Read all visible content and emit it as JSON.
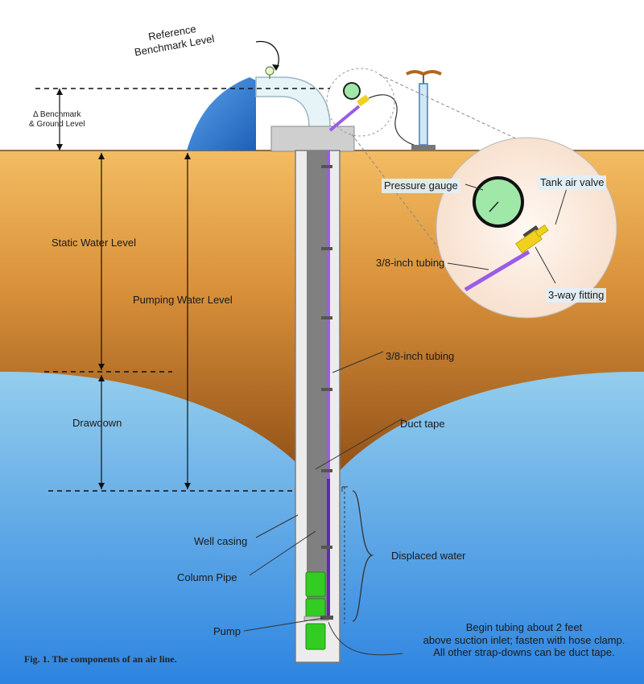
{
  "labels": {
    "reference_benchmark": "Reference\nBenchmark Level",
    "delta_benchmark": "Δ Benchmark\n& Ground Level",
    "static_water_level": "Static Water Level",
    "pumping_water_level": "Pumping Water Level",
    "drawdown": "Drawdown",
    "pressure_gauge": "Pressure gauge",
    "tank_air_valve": "Tank air valve",
    "tubing_inset": "3/8-inch tubing",
    "three_way_fitting": "3-way fitting",
    "tubing_main": "3/8-inch tubing",
    "duct_tape": "Duct tape",
    "displaced_water": "Displaced water",
    "well_casing": "Well casing",
    "column_pipe": "Column Pipe",
    "pump": "Pump",
    "begin_tubing_note": "Begin tubing about 2 feet\nabove suction inlet; fasten with hose clamp.\nAll other strap-downs can be duct tape."
  },
  "caption": "Fig. 1.  The components of an air line.",
  "colors": {
    "soil_top": "#f0b65c",
    "soil_bottom": "#8a4a14",
    "water_top": "#cfeaf2",
    "water_bottom": "#2f86e0",
    "tubing": "#9a5ce8",
    "pump": "#33cc22",
    "gauge_face": "#9fe8a8",
    "fitting": "#f0d21e",
    "reservoir": "#2a78d0"
  }
}
